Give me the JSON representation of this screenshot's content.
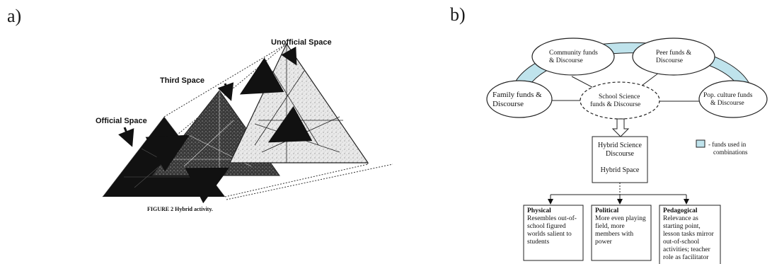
{
  "panels": {
    "a": "a)",
    "b": "b)"
  },
  "figure_a": {
    "spaces": {
      "unofficial": "Unofficial Space",
      "third": "Third Space",
      "official": "Official Space"
    },
    "caption": "FIGURE 2   Hybrid activity.",
    "colors": {
      "official": "#111111",
      "third": "#333333",
      "unofficial": "#ffffff"
    }
  },
  "figure_b": {
    "funds": {
      "community": [
        "Community funds",
        "& Discourse"
      ],
      "peer": [
        "Peer funds &",
        "Discourse"
      ],
      "family": [
        "Family funds &",
        "Discourse"
      ],
      "school": [
        "School Science",
        "funds & Discourse"
      ],
      "pop": [
        "Pop. culture funds",
        "& Discourse"
      ]
    },
    "hybrid": {
      "line1": "Hybrid Science",
      "line2": "Discourse",
      "line3": "Hybrid Space"
    },
    "legend": {
      "text1": "- funds used in",
      "text2": "combinations",
      "color": "#bfe3ec"
    },
    "boxes": {
      "physical": {
        "title": "Physical",
        "text": "Resembles out-of-school figured worlds salient to students"
      },
      "political": {
        "title": "Political",
        "text": "More even playing field, more members with power"
      },
      "pedagogical": {
        "title": "Pedagogical",
        "text": "Relevance as starting point, lesson tasks mirror out-of-school activities; teacher role as facilitator"
      }
    }
  }
}
